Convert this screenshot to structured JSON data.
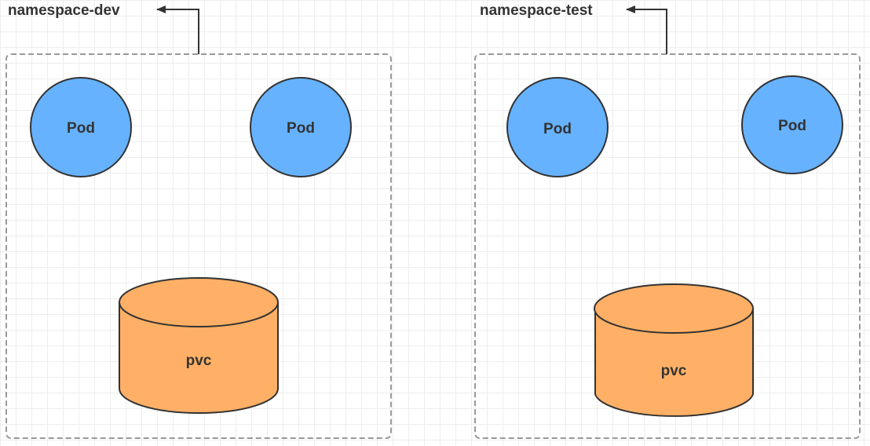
{
  "diagram": {
    "namespaces": [
      {
        "label": "namespace-dev",
        "pods": [
          "Pod",
          "Pod"
        ],
        "pvc": "pvc"
      },
      {
        "label": "namespace-test",
        "pods": [
          "Pod",
          "Pod"
        ],
        "pvc": "pvc"
      }
    ]
  },
  "colors": {
    "pod_fill": "#66b2ff",
    "pvc_fill": "#ffb066",
    "stroke": "#333333",
    "container_border": "#999999",
    "label_text": "#333333"
  }
}
